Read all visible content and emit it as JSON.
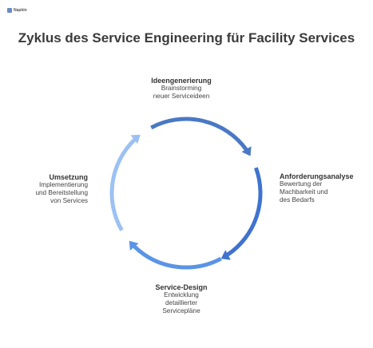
{
  "logo": {
    "text": "Napkin"
  },
  "title": "Zyklus des Service Engineering für Facility Services",
  "stages": [
    {
      "title": "Ideengenerierung",
      "lines": [
        "Brainstorming",
        "neuer Serviceideen"
      ]
    },
    {
      "title": "Anforderungsanalyse",
      "lines": [
        "Bewertung der",
        "Machbarkeit und",
        "des Bedarfs"
      ]
    },
    {
      "title": "Service-Design",
      "lines": [
        "Entwicklung",
        "detaillierter",
        "Servicepläne"
      ]
    },
    {
      "title": "Umsetzung",
      "lines": [
        "Implementierung",
        "und Bereitstellung",
        "von Services"
      ]
    }
  ],
  "colors": {
    "arrow_top": "#4a78c4",
    "arrow_right": "#3f73cf",
    "arrow_bottom": "#5a94e6",
    "arrow_left": "#9cc1f2"
  }
}
